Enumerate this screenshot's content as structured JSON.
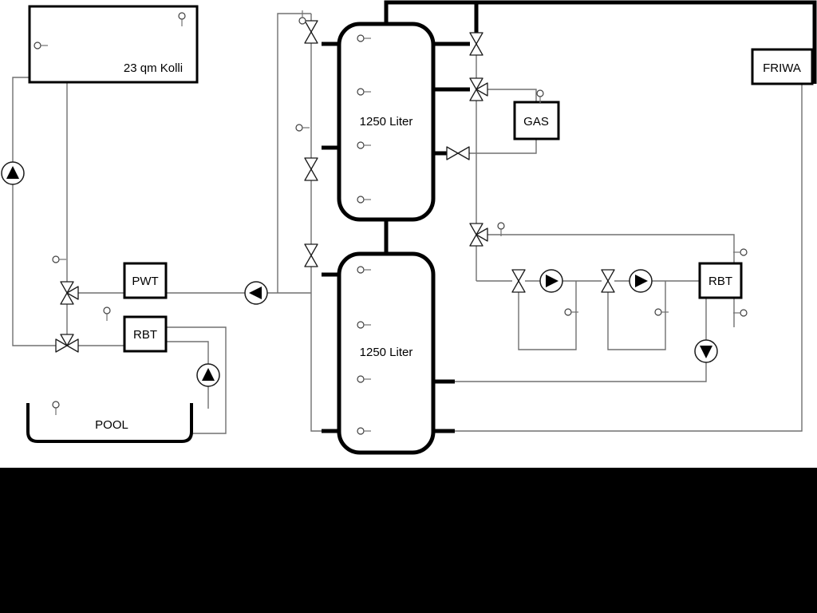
{
  "schematic": {
    "collector": {
      "label": "23 qm Kolli"
    },
    "buffer_tank_top": {
      "label": "1250 Liter"
    },
    "buffer_tank_bottom": {
      "label": "1250 Liter"
    },
    "heat_exchanger": {
      "label": "PWT"
    },
    "boiler_left": {
      "label": "RBT"
    },
    "boiler_right": {
      "label": "RBT"
    },
    "gas_boiler": {
      "label": "GAS"
    },
    "fresh_water_station": {
      "label": "FRIWA"
    },
    "pool": {
      "label": "POOL"
    }
  },
  "symbols": {
    "pump": "circle-with-filled-triangle",
    "valve": "bowtie-triangles",
    "three_way_valve": "bowtie-with-third-port",
    "sensor": "small-circle-with-stem"
  },
  "colors": {
    "pipe": "#707070",
    "main_line": "#000000",
    "canvas": "#ffffff",
    "letterbox": "#000000"
  }
}
